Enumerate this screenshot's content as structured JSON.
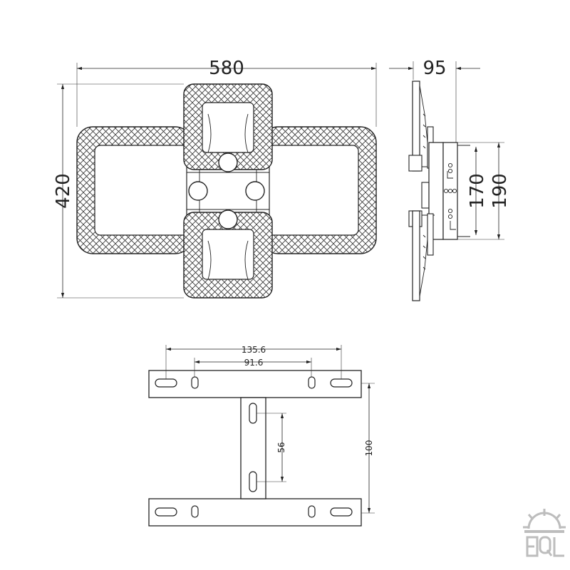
{
  "dimensions": {
    "overall_width": "580",
    "depth": "95",
    "overall_height": "420",
    "mount_inner_span": "170",
    "mount_outer_span": "190",
    "bracket_outer_slots": "135.6",
    "bracket_inner_holes": "91.6",
    "bracket_slot_span": "56",
    "bracket_height": "100"
  },
  "colors": {
    "line": "#222222",
    "logo": "#bdbdbd"
  }
}
